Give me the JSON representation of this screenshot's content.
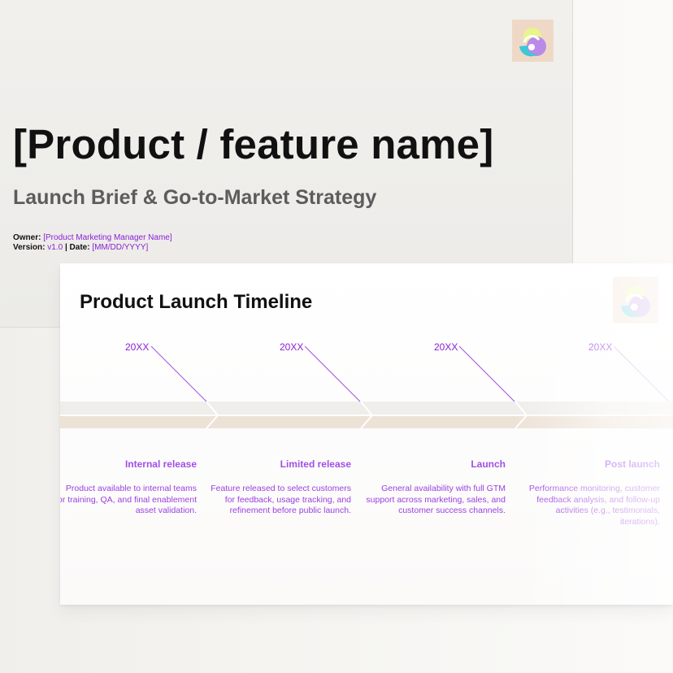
{
  "title_slide": {
    "title": "[Product / feature name]",
    "subtitle": "Launch Brief & Go-to-Market Strategy",
    "owner_label": "Owner:",
    "owner_value": "[Product Marketing Manager Name]",
    "version_label": "Version:",
    "version_value": "v1.0",
    "separator": "|",
    "date_label": "Date:",
    "date_value": "[MM/DD/YYYY]"
  },
  "timeline_slide": {
    "title": "Product Launch Timeline",
    "phases": [
      {
        "year": "20XX",
        "name": "Internal release",
        "description": "Product available to internal teams for training, QA, and final enablement asset validation."
      },
      {
        "year": "20XX",
        "name": "Limited release",
        "description": "Feature released to select customers for feedback, usage tracking, and refinement before public launch."
      },
      {
        "year": "20XX",
        "name": "Launch",
        "description": "General availability with full GTM support across marketing, sales, and customer success channels."
      },
      {
        "year": "20XX",
        "name": "Post launch",
        "description": "Performance monitoring, customer feedback analysis, and follow-up activities (e.g., testimonials, iterations)."
      }
    ]
  },
  "colors": {
    "accent_purple": "#8a1fd6",
    "timeline_band_light": "#f0eeea",
    "timeline_band_tan": "#ede2d6"
  },
  "icons": [
    "logo-icon"
  ]
}
